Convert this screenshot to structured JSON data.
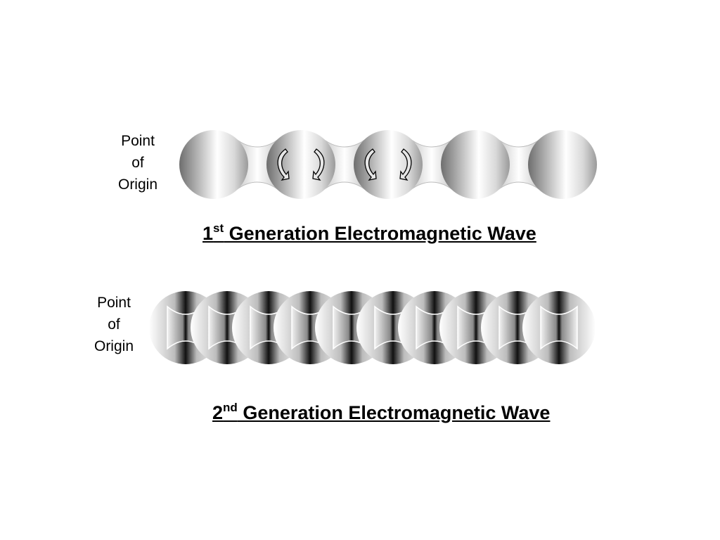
{
  "diagram": {
    "waves": [
      {
        "origin_label": [
          "Point",
          "of",
          "Origin"
        ],
        "caption_number": "1",
        "caption_suffix": "st",
        "caption_text": " Generation Electromagnetic Wave",
        "sphere_count": 5,
        "has_spin_arrows": true
      },
      {
        "origin_label": [
          "Point",
          "of",
          "Origin"
        ],
        "caption_number": "2",
        "caption_suffix": "nd",
        "caption_text": " Generation Electromagnetic Wave",
        "sphere_count": 10,
        "has_spin_arrows": false
      }
    ],
    "colors": {
      "sphere_dark": "#6e6e6e",
      "sphere_light": "#ffffff",
      "band_dark": "#111111",
      "outline": "#000000"
    }
  }
}
